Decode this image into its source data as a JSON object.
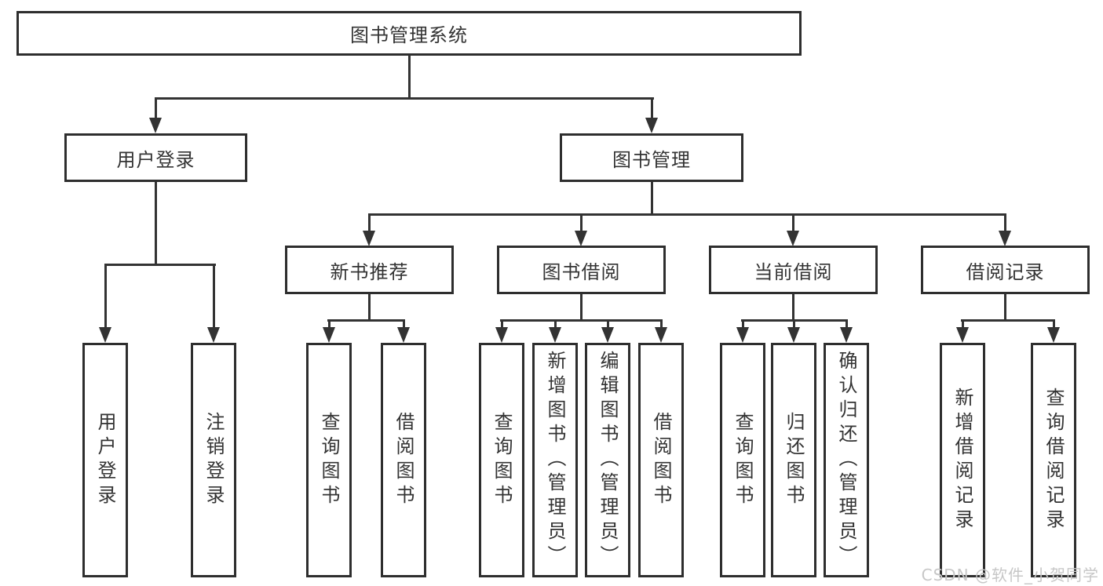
{
  "diagram": {
    "root": {
      "label": "图书管理系统"
    },
    "branches": {
      "user_login": {
        "label": "用户登录",
        "children": [
          {
            "label": "用户登录"
          },
          {
            "label": "注销登录"
          }
        ]
      },
      "book_mgmt": {
        "label": "图书管理",
        "groups": [
          {
            "label": "新书推荐",
            "children": [
              {
                "label": "查询图书"
              },
              {
                "label": "借阅图书"
              }
            ]
          },
          {
            "label": "图书借阅",
            "children": [
              {
                "label": "查询图书"
              },
              {
                "label": "新增图书（管理员）"
              },
              {
                "label": "编辑图书（管理员）"
              },
              {
                "label": "借阅图书"
              }
            ]
          },
          {
            "label": "当前借阅",
            "children": [
              {
                "label": "查询图书"
              },
              {
                "label": "归还图书"
              },
              {
                "label": "确认归还（管理员）"
              }
            ]
          },
          {
            "label": "借阅记录",
            "children": [
              {
                "label": "新增借阅记录"
              },
              {
                "label": "查询借阅记录"
              }
            ]
          }
        ]
      }
    }
  },
  "watermark": {
    "text": "CSDN @软件_小贺同学"
  },
  "colors": {
    "line": "#333333",
    "border": "#2e2e2e",
    "box_bg": "#ffffff",
    "text": "#333333",
    "watermark": "#c7c7c7"
  }
}
